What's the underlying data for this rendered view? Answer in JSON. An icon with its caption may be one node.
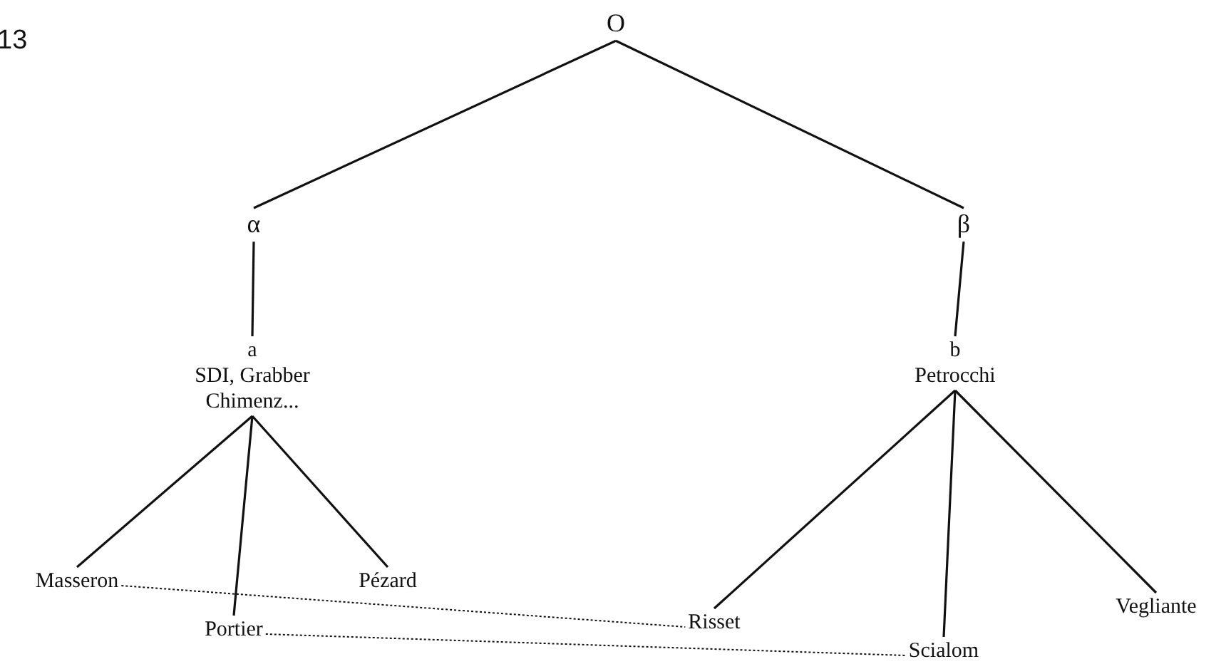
{
  "diagram": {
    "nodes": [
      {
        "text": [
          "O"
        ]
      },
      {
        "text": [
          "α"
        ]
      },
      {
        "text": [
          "β"
        ]
      },
      {
        "text": [
          "a",
          "SDI, Grabber Chimenz..."
        ]
      },
      {
        "text": [
          "b",
          "Petrocchi"
        ]
      },
      {
        "text": [
          "Masseron"
        ]
      },
      {
        "text": [
          "Portier"
        ]
      },
      {
        "text": [
          "Pézard"
        ]
      },
      {
        "text": [
          "Risset"
        ]
      },
      {
        "text": [
          "Scialom"
        ]
      },
      {
        "text": [
          "Vegliante"
        ]
      }
    ],
    "edges": [
      {
        "from": 0,
        "to": 1,
        "arrow": "none"
      },
      {
        "from": 0,
        "to": 2,
        "arrow": "none"
      },
      {
        "from": 1,
        "to": 3,
        "arrow": "none"
      },
      {
        "from": 2,
        "to": 4,
        "arrow": "none"
      },
      {
        "from": 3,
        "to": 5,
        "arrow": "none"
      },
      {
        "from": 3,
        "to": 6,
        "arrow": "none"
      },
      {
        "from": 3,
        "to": 7,
        "arrow": "none"
      },
      {
        "from": 4,
        "to": 8,
        "arrow": "none"
      },
      {
        "from": 4,
        "to": 9,
        "arrow": "none"
      },
      {
        "from": 4,
        "to": 10,
        "arrow": "none"
      },
      {
        "from": 5,
        "to": 8,
        "arrow": "none",
        "style": "dashed"
      },
      {
        "from": 6,
        "to": 9,
        "arrow": "none",
        "style": "dashed"
      }
    ],
    "labels": [
      "13"
    ]
  }
}
